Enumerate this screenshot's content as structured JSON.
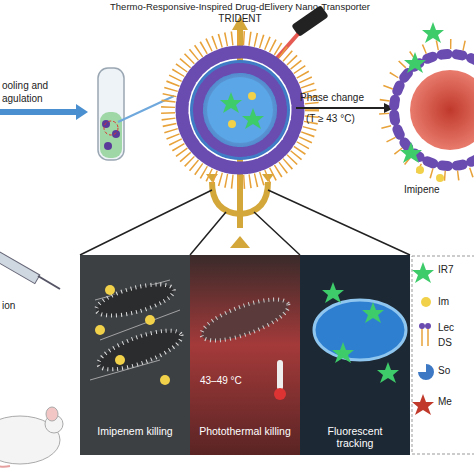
{
  "diagram": {
    "title": "Thermo-Responsive-Inspired Drug-dElivery Nano-Transporter",
    "nodes": [
      {
        "text": [
          "Imipenem killing"
        ]
      },
      {
        "text": [
          "43–49 °C",
          "Photothermal killing"
        ]
      },
      {
        "text": [
          "Fluorescent tracking"
        ]
      }
    ],
    "labels": [
      "TRIDENT",
      "ooling and",
      "agulation",
      "Phase change",
      "(T ≥ 43 °C)",
      "Imipene",
      "ion"
    ],
    "legend": [
      {
        "text": "IR7"
      },
      {
        "text": "Im"
      },
      {
        "text": "Lec"
      },
      {
        "text": "DS"
      },
      {
        "text": "So"
      },
      {
        "text": "Me"
      }
    ]
  }
}
